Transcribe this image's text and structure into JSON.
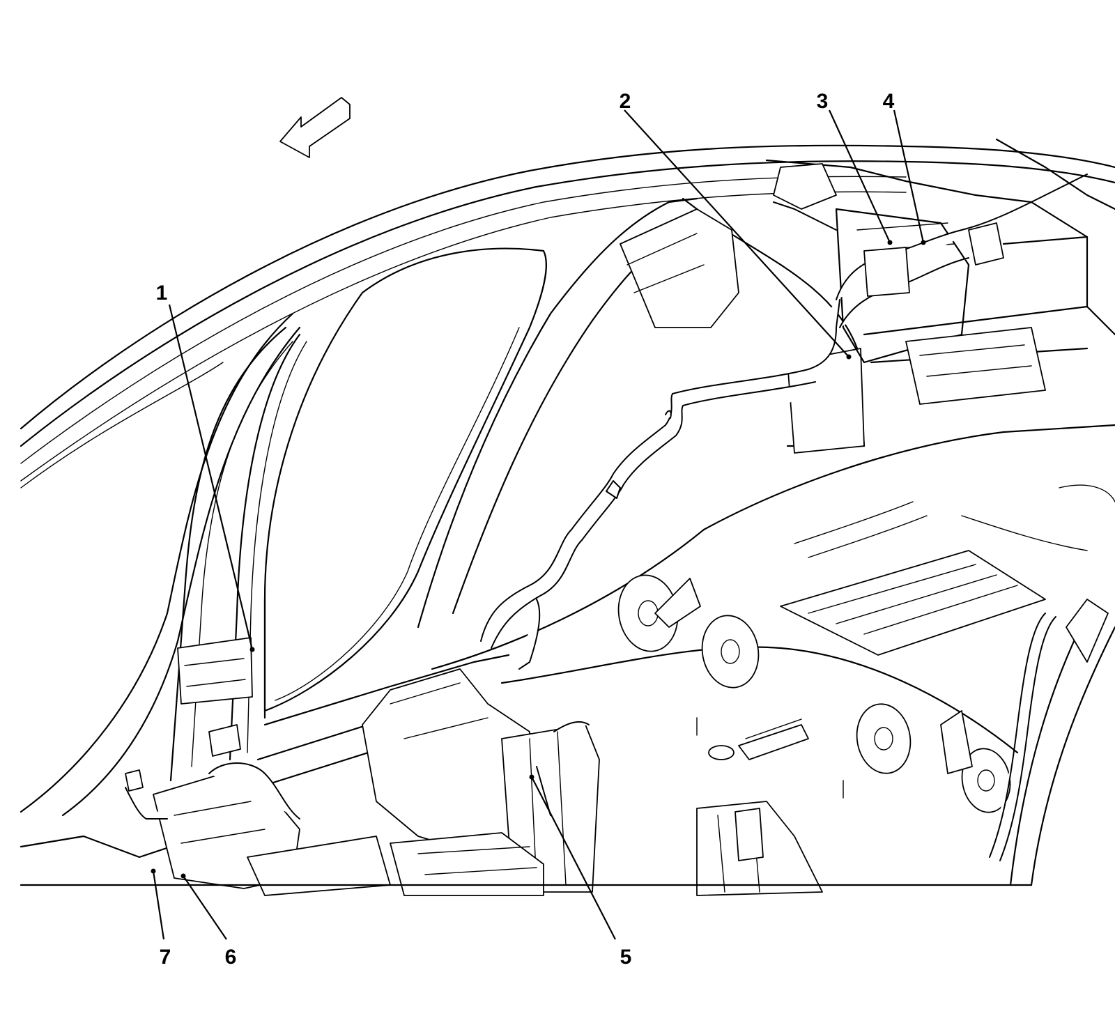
{
  "figure": {
    "description_icon": "arrow-front-icon",
    "callouts": [
      {
        "id": "callout-1",
        "label": "1"
      },
      {
        "id": "callout-2",
        "label": "2"
      },
      {
        "id": "callout-3",
        "label": "3"
      },
      {
        "id": "callout-4",
        "label": "4"
      },
      {
        "id": "callout-5",
        "label": "5"
      },
      {
        "id": "callout-6",
        "label": "6"
      },
      {
        "id": "callout-7",
        "label": "7"
      }
    ]
  },
  "colors": {
    "line": "#000000",
    "background": "#ffffff"
  }
}
